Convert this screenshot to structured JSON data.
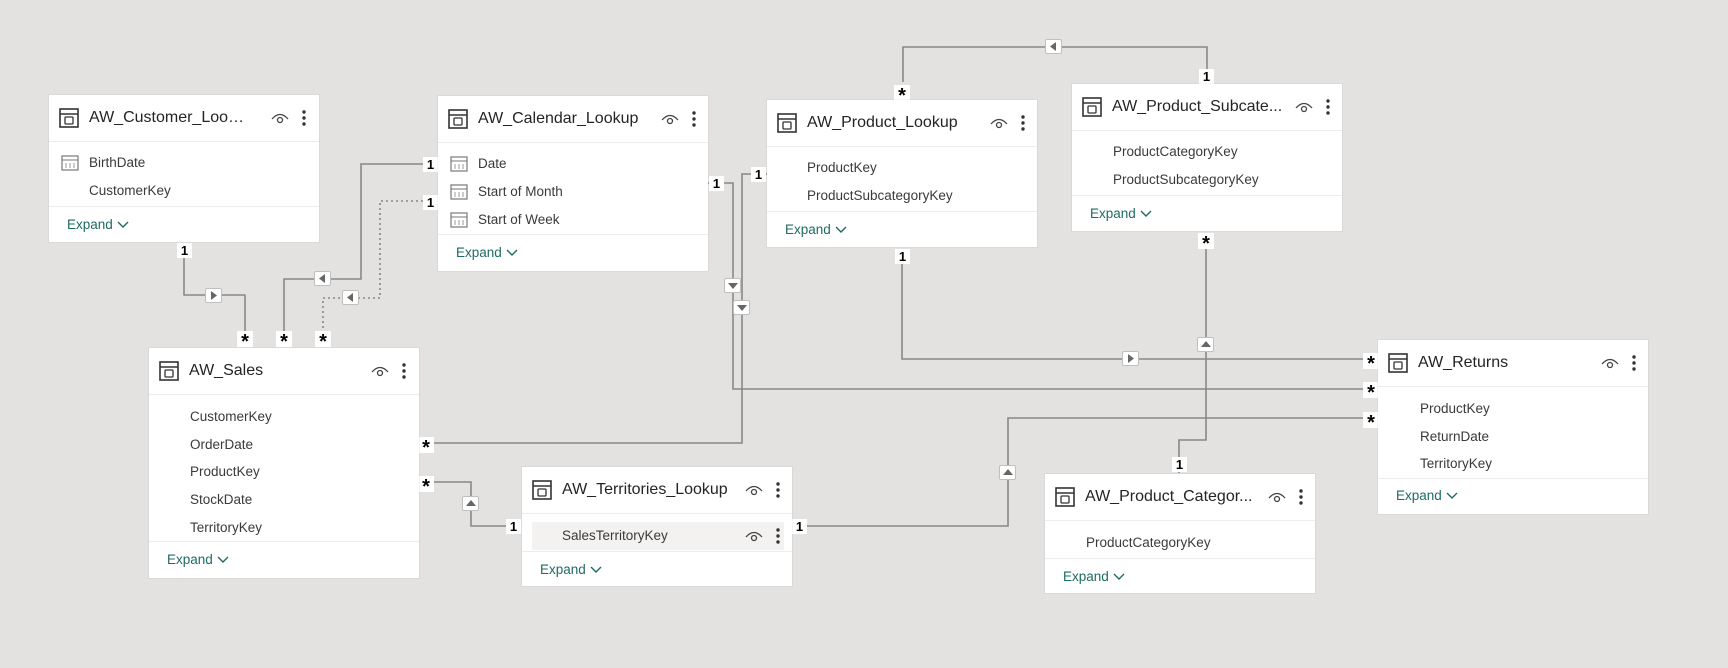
{
  "colors": {
    "canvas": "#e3e2e1",
    "accent": "#1e6b63",
    "line": "#8a8886"
  },
  "icons": {
    "table": "table-icon",
    "eye": "eye-icon",
    "more": "more-options-icon",
    "calendar": "calendar-icon"
  },
  "tables": {
    "customer": {
      "name": "AW_Customer_Lookup",
      "fields": [
        "BirthDate",
        "CustomerKey"
      ],
      "expand": "Expand"
    },
    "calendar": {
      "name": "AW_Calendar_Lookup",
      "fields": [
        "Date",
        "Start of Month",
        "Start of Week"
      ],
      "expand": "Expand"
    },
    "product": {
      "name": "AW_Product_Lookup",
      "fields": [
        "ProductKey",
        "ProductSubcategoryKey"
      ],
      "expand": "Expand"
    },
    "subcategory": {
      "name": "AW_Product_Subcate...",
      "fields": [
        "ProductCategoryKey",
        "ProductSubcategoryKey"
      ],
      "expand": "Expand"
    },
    "sales": {
      "name": "AW_Sales",
      "fields": [
        "CustomerKey",
        "OrderDate",
        "ProductKey",
        "StockDate",
        "TerritoryKey"
      ],
      "expand": "Expand"
    },
    "territories": {
      "name": "AW_Territories_Lookup",
      "fields": [
        "SalesTerritoryKey"
      ],
      "expand": "Expand"
    },
    "category": {
      "name": "AW_Product_Categor...",
      "fields": [
        "ProductCategoryKey"
      ],
      "expand": "Expand"
    },
    "returns": {
      "name": "AW_Returns",
      "fields": [
        "ProductKey",
        "ReturnDate",
        "TerritoryKey"
      ],
      "expand": "Expand"
    }
  },
  "cardinality": {
    "one": "1",
    "many": "*"
  }
}
